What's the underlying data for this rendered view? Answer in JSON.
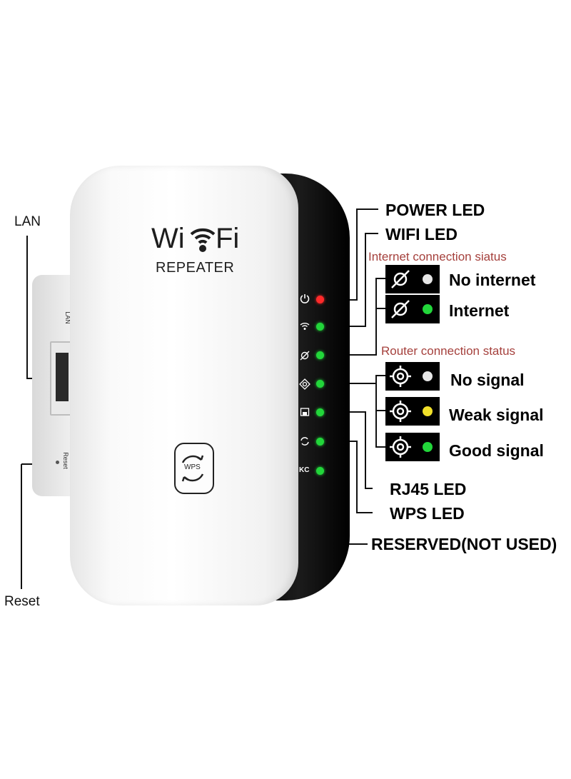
{
  "side_labels": {
    "lan": "LAN",
    "reset": "Reset"
  },
  "device": {
    "logo_wi": "Wi",
    "logo_fi": "Fi",
    "logo_subtitle": "REPEATER",
    "wps_button": "WPS",
    "port_label": "LAN",
    "reset_label": "Reset",
    "kc_label": "KC"
  },
  "callouts": {
    "power": "POWER LED",
    "wifi": "WIFI LED",
    "rj45": "RJ45 LED",
    "wps": "WPS LED",
    "reserved": "RESERVED(NOT USED)"
  },
  "internet_section": {
    "title": "Internet connection siatus",
    "items": [
      {
        "label": "No internet",
        "led_color": "#e6e6e6"
      },
      {
        "label": "Internet",
        "led_color": "#22d63a"
      }
    ]
  },
  "router_section": {
    "title": "Router connection status",
    "items": [
      {
        "label": "No signal",
        "led_color": "#e6e6e6"
      },
      {
        "label": "Weak signal",
        "led_color": "#f1e02a"
      },
      {
        "label": "Good signal",
        "led_color": "#22d63a"
      }
    ]
  },
  "led_strip": [
    {
      "name": "power",
      "icon": "power-icon",
      "color": "#ff2a2a"
    },
    {
      "name": "wifi",
      "icon": "wifi-icon",
      "color": "#22d63a"
    },
    {
      "name": "internet",
      "icon": "planet-icon",
      "color": "#22d63a"
    },
    {
      "name": "router",
      "icon": "signal-target-icon",
      "color": "#22d63a"
    },
    {
      "name": "rj45",
      "icon": "ethernet-port-icon",
      "color": "#22d63a"
    },
    {
      "name": "wps",
      "icon": "wps-arrows-icon",
      "color": "#22d63a"
    },
    {
      "name": "reserved",
      "icon": "kc-mark",
      "color": "#22d63a"
    }
  ]
}
